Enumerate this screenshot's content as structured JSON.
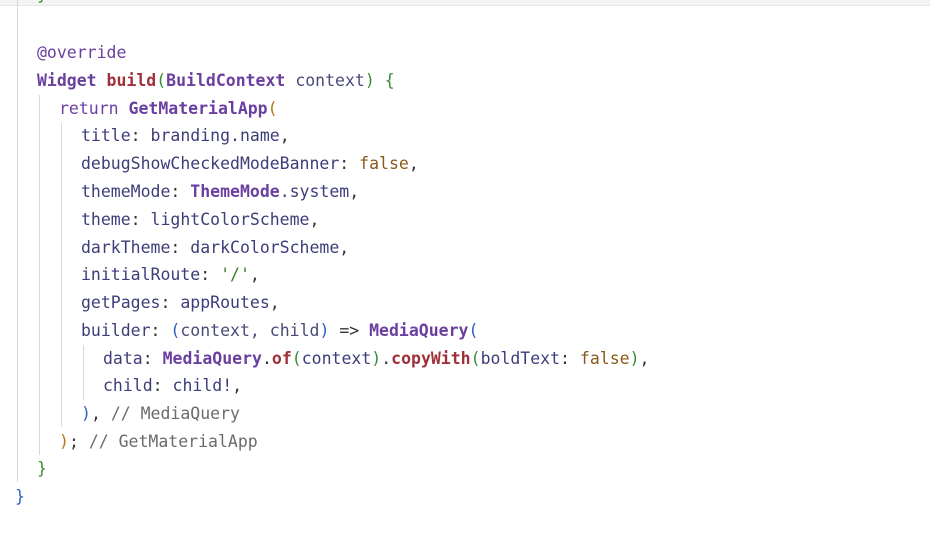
{
  "code": {
    "truncated_top": "}",
    "annotation": "@override",
    "sig": {
      "type": "Widget",
      "name": "build",
      "open": "(",
      "param_type": "BuildContext",
      "param": "context",
      "close": ")",
      "brace": "{"
    },
    "ret": {
      "kw": "return",
      "cls": "GetMaterialApp",
      "open": "("
    },
    "props": [
      {
        "key": "title",
        "colon": ":",
        "value": "branding.name",
        "comma": ","
      },
      {
        "key": "debugShowCheckedModeBanner",
        "colon": ":",
        "value": "false",
        "comma": ","
      },
      {
        "key": "themeMode",
        "colon": ":",
        "cls": "ThemeMode",
        "rest": ".system",
        "comma": ","
      },
      {
        "key": "theme",
        "colon": ":",
        "value": "lightColorScheme",
        "comma": ","
      },
      {
        "key": "darkTheme",
        "colon": ":",
        "value": "darkColorScheme",
        "comma": ","
      },
      {
        "key": "initialRoute",
        "colon": ":",
        "value": "'/'",
        "comma": ","
      },
      {
        "key": "getPages",
        "colon": ":",
        "value": "appRoutes",
        "comma": ","
      }
    ],
    "builder": {
      "key": "builder",
      "colon": ":",
      "open": "(",
      "params": "context, child",
      "close": ")",
      "arrow": "=>",
      "cls": "MediaQuery",
      "open2": "("
    },
    "data_line": {
      "key": "data",
      "colon": ":",
      "cls": "MediaQuery",
      "dot": ".",
      "method": "of",
      "open": "(",
      "arg": "context",
      "close": ")",
      "dot2": ".",
      "method2": "copyWith",
      "open2": "(",
      "named": "boldText",
      "colon2": ":",
      "val": "false",
      "close2": ")",
      "comma": ","
    },
    "child_line": {
      "key": "child",
      "colon": ":",
      "value": "child!",
      "comma": ","
    },
    "close_mq": {
      "paren": ")",
      "comma": ",",
      "comment": "// MediaQuery"
    },
    "close_gma": {
      "paren": ")",
      "semi": ";",
      "comment": "// GetMaterialApp"
    },
    "close_build": "}",
    "close_class": "}"
  }
}
